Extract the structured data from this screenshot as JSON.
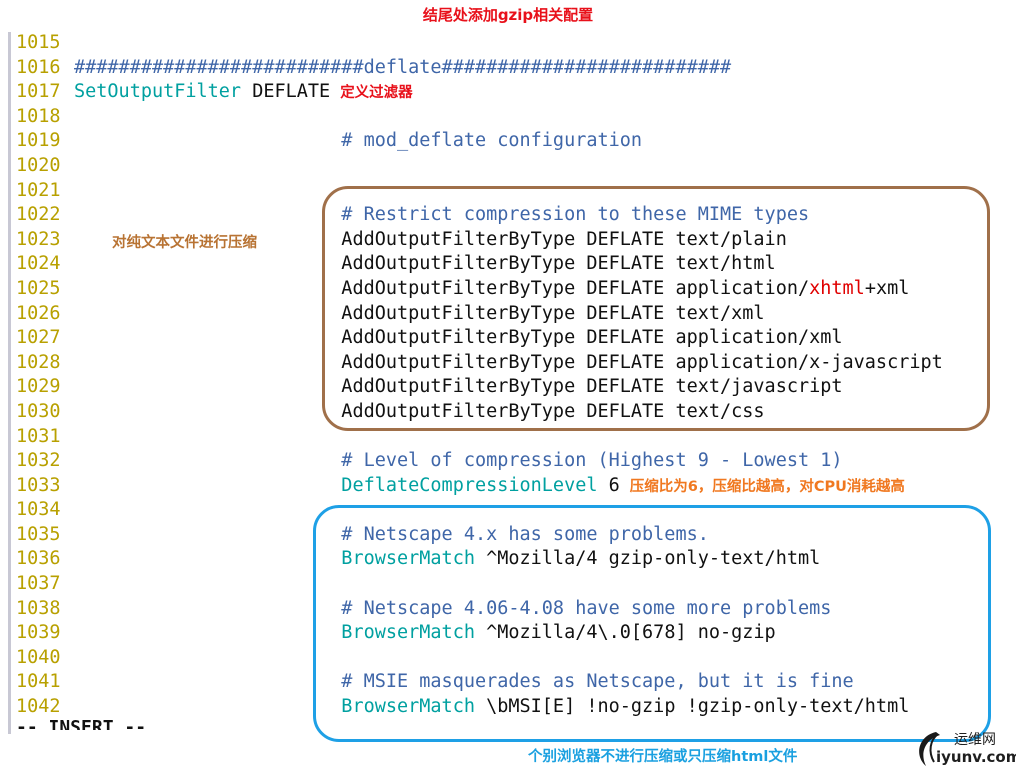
{
  "header_annotation": "结尾处添加gzip相关配置",
  "colors": {
    "header_annotation": "#e8101a",
    "line_number": "#b8a000",
    "comment": "#3f66a8",
    "directive": "#00a0a0",
    "annotation_brown": "#b87333",
    "annotation_orange": "#f07820",
    "annotation_blue": "#1aa0e0",
    "box_brown": "#a0704a",
    "box_blue": "#1ea0e6"
  },
  "lines": [
    {
      "num": "1015",
      "code": []
    },
    {
      "num": "1016",
      "code": [
        {
          "t": "##########################deflate##########################",
          "c": "comment"
        }
      ]
    },
    {
      "num": "1017",
      "code": [
        {
          "t": "SetOutputFilter",
          "c": "directive"
        },
        {
          "t": " DEFLATE",
          "c": "plain"
        }
      ],
      "note": "定义过滤器",
      "note_color": "red"
    },
    {
      "num": "1018",
      "code": []
    },
    {
      "num": "1019",
      "code": [
        {
          "t": "                        # mod_deflate configuration",
          "c": "comment"
        }
      ]
    },
    {
      "num": "1020",
      "code": []
    },
    {
      "num": "1021",
      "code": []
    },
    {
      "num": "1022",
      "code": [
        {
          "t": "                        # Restrict compression to these MIME types",
          "c": "comment"
        }
      ]
    },
    {
      "num": "1023",
      "code": [
        {
          "t": "                        AddOutputFilterByType DEFLATE text/plain",
          "c": "plain"
        }
      ]
    },
    {
      "num": "1024",
      "code": [
        {
          "t": "                        AddOutputFilterByType DEFLATE text/html",
          "c": "plain"
        }
      ]
    },
    {
      "num": "1025",
      "code": [
        {
          "t": "                        AddOutputFilterByType DEFLATE application/",
          "c": "plain"
        },
        {
          "t": "xhtml",
          "c": "red"
        },
        {
          "t": "+xml",
          "c": "plain"
        }
      ]
    },
    {
      "num": "1026",
      "code": [
        {
          "t": "                        AddOutputFilterByType DEFLATE text/xml",
          "c": "plain"
        }
      ]
    },
    {
      "num": "1027",
      "code": [
        {
          "t": "                        AddOutputFilterByType DEFLATE application/xml",
          "c": "plain"
        }
      ]
    },
    {
      "num": "1028",
      "code": [
        {
          "t": "                        AddOutputFilterByType DEFLATE application/x-javascript",
          "c": "plain"
        }
      ]
    },
    {
      "num": "1029",
      "code": [
        {
          "t": "                        AddOutputFilterByType DEFLATE text/javascript",
          "c": "plain"
        }
      ]
    },
    {
      "num": "1030",
      "code": [
        {
          "t": "                        AddOutputFilterByType DEFLATE text/css",
          "c": "plain"
        }
      ]
    },
    {
      "num": "1031",
      "code": []
    },
    {
      "num": "1032",
      "code": [
        {
          "t": "                        # Level of compression (Highest 9 - Lowest 1)",
          "c": "comment"
        }
      ]
    },
    {
      "num": "1033",
      "code": [
        {
          "t": "                        DeflateCompressionLevel",
          "c": "directive"
        },
        {
          "t": " 6",
          "c": "plain"
        }
      ],
      "note": "压缩比为6，压缩比越高，对CPU消耗越高",
      "note_color": "orange"
    },
    {
      "num": "1034",
      "code": []
    },
    {
      "num": "1035",
      "code": [
        {
          "t": "                        # Netscape 4.x has some problems.",
          "c": "comment"
        }
      ]
    },
    {
      "num": "1036",
      "code": [
        {
          "t": "                        BrowserMatch",
          "c": "directive"
        },
        {
          "t": " ^Mozilla/4 gzip-only-text/html",
          "c": "plain"
        }
      ]
    },
    {
      "num": "1037",
      "code": []
    },
    {
      "num": "1038",
      "code": [
        {
          "t": "                        # Netscape 4.06-4.08 have some more problems",
          "c": "comment"
        }
      ]
    },
    {
      "num": "1039",
      "code": [
        {
          "t": "                        BrowserMatch",
          "c": "directive"
        },
        {
          "t": " ^Mozilla/4\\.0[678] no-gzip",
          "c": "plain"
        }
      ]
    },
    {
      "num": "1040",
      "code": []
    },
    {
      "num": "1041",
      "code": [
        {
          "t": "                        # MSIE masquerades as Netscape, but it is fine",
          "c": "comment"
        }
      ]
    },
    {
      "num": "1042",
      "code": [
        {
          "t": "                        BrowserMatch",
          "c": "directive"
        },
        {
          "t": " \\bMSI[E] !no-gzip !gzip-only-text/html",
          "c": "plain"
        }
      ]
    }
  ],
  "annotations": {
    "mime_note": "对纯文本文件进行压缩",
    "browser_note": "个别浏览器不进行压缩或只压缩html文件"
  },
  "status_line": "-- INSERT --",
  "watermark": {
    "top": "运维网",
    "bottom": "iyunv.com"
  }
}
